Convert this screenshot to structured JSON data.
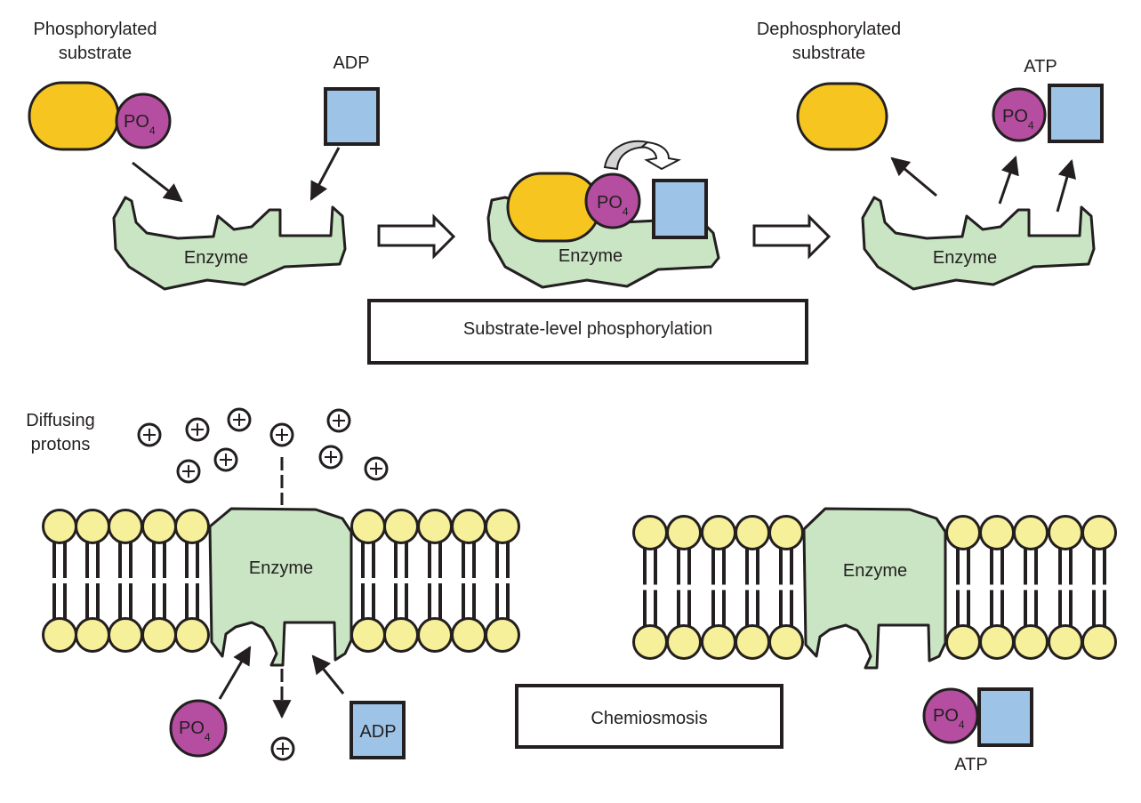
{
  "colors": {
    "enzyme": "#c9e5c4",
    "substrate": "#f6c520",
    "phosphate": "#b54da0",
    "adp": "#9dc3e6",
    "lipid_head": "#f6f09a",
    "outline": "#231f20"
  },
  "top_panel": {
    "title": "Substrate-level phosphorylation",
    "step1": {
      "substrate_label_line1": "Phosphorylated",
      "substrate_label_line2": "substrate",
      "phosphate_label": "PO",
      "phosphate_subscript": "4",
      "adp_label": "ADP",
      "enzyme_label": "Enzyme"
    },
    "step2": {
      "phosphate_label": "PO",
      "phosphate_subscript": "4",
      "enzyme_label": "Enzyme"
    },
    "step3": {
      "substrate_label_line1": "Dephosphorylated",
      "substrate_label_line2": "substrate",
      "atp_label": "ATP",
      "phosphate_label": "PO",
      "phosphate_subscript": "4",
      "enzyme_label": "Enzyme"
    }
  },
  "bottom_panel": {
    "title": "Chemiosmosis",
    "protons_label_line1": "Diffusing",
    "protons_label_line2": "protons",
    "proton_symbol": "+",
    "left_enzyme_label": "Enzyme",
    "right_enzyme_label": "Enzyme",
    "phosphate_label": "PO",
    "phosphate_subscript": "4",
    "adp_label": "ADP",
    "atp_label": "ATP"
  }
}
